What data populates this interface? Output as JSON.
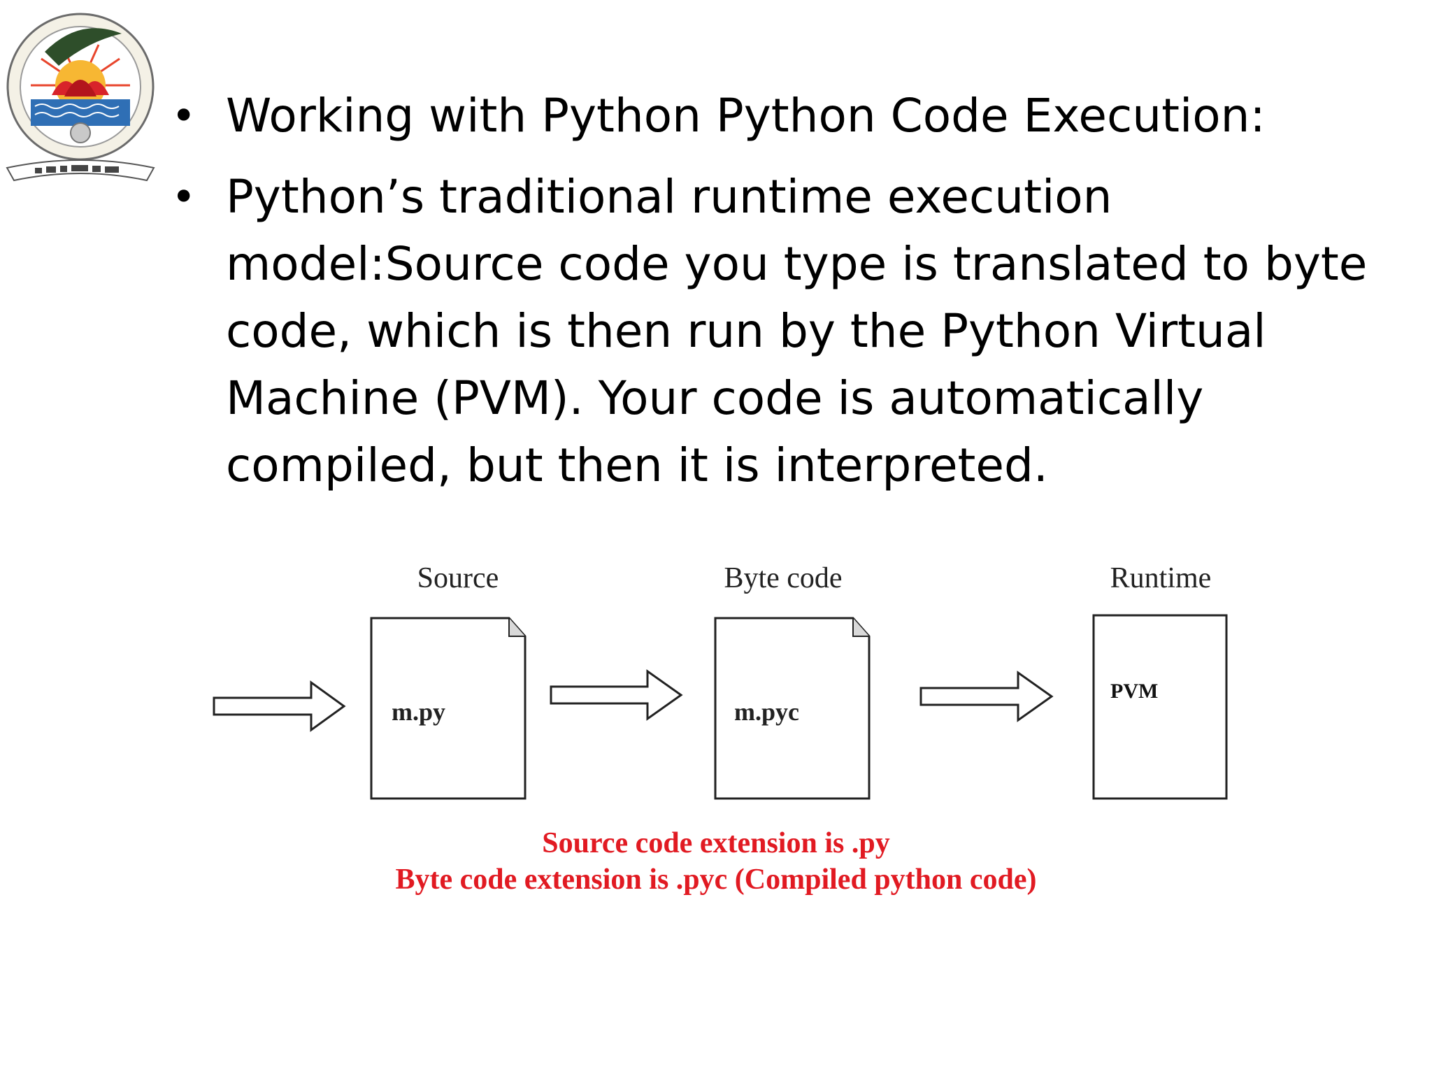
{
  "bullets": [
    {
      "text": "Working with Python Python Code Execution:"
    },
    {
      "text": "Python’s traditional runtime execution model:Source code you type is translated to byte code, which is then run by the Python Virtual Machine (PVM). Your code is automatically compiled, but then it is interpreted."
    }
  ],
  "diagram": {
    "source": {
      "heading": "Source",
      "file": "m.py"
    },
    "bytecode": {
      "heading": "Byte code",
      "file": "m.pyc"
    },
    "runtime": {
      "heading": "Runtime",
      "box": "PVM"
    }
  },
  "notes": {
    "line1": "Source code extension is .py",
    "line2": "Byte code extension is .pyc (Compiled python code)"
  },
  "colors": {
    "note_red": "#e11a22",
    "text": "#000000",
    "logo_sun": "#e8452c",
    "logo_water": "#2f6fb5"
  },
  "icons": {
    "logo": "institution-seal-logo",
    "arrow": "right-arrow-icon",
    "document": "document-icon"
  }
}
